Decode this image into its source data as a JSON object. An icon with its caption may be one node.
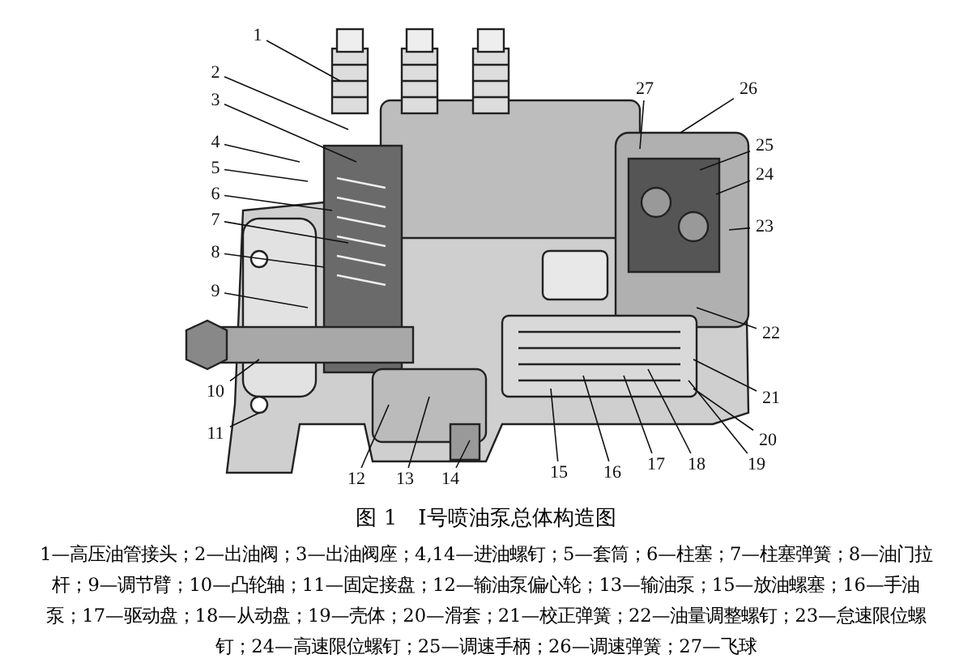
{
  "diagram": {
    "title": "图 1　Ⅰ号喷油泵总体构造图",
    "caption": "1—高压油管接头；2—出油阀；3—出油阀座；4,14—进油螺钉；5—套筒；6—柱塞；7—柱塞弹簧；8—油门拉杆；9—调节臂；10—凸轮轴；11—固定接盘；12—输油泵偏心轮；13—输油泵；15—放油螺塞；16—手油泵；17—驱动盘；18—从动盘；19—壳体；20—滑套；21—校正弹簧；22—油量调整螺钉；23—怠速限位螺钉；24—高速限位螺钉；25—调速手柄；26—调速弹簧；27—飞球",
    "nodes": [
      {
        "text": [
          "1"
        ]
      },
      {
        "text": [
          "2"
        ]
      },
      {
        "text": [
          "3"
        ]
      },
      {
        "text": [
          "4"
        ]
      },
      {
        "text": [
          "5"
        ]
      },
      {
        "text": [
          "6"
        ]
      },
      {
        "text": [
          "7"
        ]
      },
      {
        "text": [
          "8"
        ]
      },
      {
        "text": [
          "9"
        ]
      },
      {
        "text": [
          "10"
        ]
      },
      {
        "text": [
          "11"
        ]
      },
      {
        "text": [
          "12"
        ]
      },
      {
        "text": [
          "13"
        ]
      },
      {
        "text": [
          "14"
        ]
      },
      {
        "text": [
          "15"
        ]
      },
      {
        "text": [
          "16"
        ]
      },
      {
        "text": [
          "17"
        ]
      },
      {
        "text": [
          "18"
        ]
      },
      {
        "text": [
          "19"
        ]
      },
      {
        "text": [
          "20"
        ]
      },
      {
        "text": [
          "21"
        ]
      },
      {
        "text": [
          "22"
        ]
      },
      {
        "text": [
          "23"
        ]
      },
      {
        "text": [
          "24"
        ]
      },
      {
        "text": [
          "25"
        ]
      },
      {
        "text": [
          "26"
        ]
      },
      {
        "text": [
          "27"
        ]
      }
    ],
    "edges": [
      {
        "from": 0,
        "to": null,
        "arrow": "none"
      },
      {
        "from": 1,
        "to": null,
        "arrow": "none"
      },
      {
        "from": 2,
        "to": null,
        "arrow": "none"
      },
      {
        "from": 3,
        "to": null,
        "arrow": "none"
      },
      {
        "from": 4,
        "to": null,
        "arrow": "none"
      },
      {
        "from": 5,
        "to": null,
        "arrow": "none"
      },
      {
        "from": 6,
        "to": null,
        "arrow": "none"
      },
      {
        "from": 7,
        "to": null,
        "arrow": "none"
      },
      {
        "from": 8,
        "to": null,
        "arrow": "none"
      },
      {
        "from": 9,
        "to": null,
        "arrow": "none"
      },
      {
        "from": 10,
        "to": null,
        "arrow": "none"
      },
      {
        "from": 11,
        "to": null,
        "arrow": "none"
      },
      {
        "from": 12,
        "to": null,
        "arrow": "none"
      },
      {
        "from": 13,
        "to": null,
        "arrow": "none"
      },
      {
        "from": 14,
        "to": null,
        "arrow": "none"
      },
      {
        "from": 15,
        "to": null,
        "arrow": "none"
      },
      {
        "from": 16,
        "to": null,
        "arrow": "none"
      },
      {
        "from": 17,
        "to": null,
        "arrow": "none"
      },
      {
        "from": 18,
        "to": null,
        "arrow": "none"
      },
      {
        "from": 19,
        "to": null,
        "arrow": "none"
      },
      {
        "from": 20,
        "to": null,
        "arrow": "none"
      },
      {
        "from": 21,
        "to": null,
        "arrow": "none"
      },
      {
        "from": 22,
        "to": null,
        "arrow": "none"
      },
      {
        "from": 23,
        "to": null,
        "arrow": "none"
      },
      {
        "from": 24,
        "to": null,
        "arrow": "none"
      },
      {
        "from": 25,
        "to": null,
        "arrow": "none"
      },
      {
        "from": 26,
        "to": null,
        "arrow": "none"
      }
    ]
  }
}
